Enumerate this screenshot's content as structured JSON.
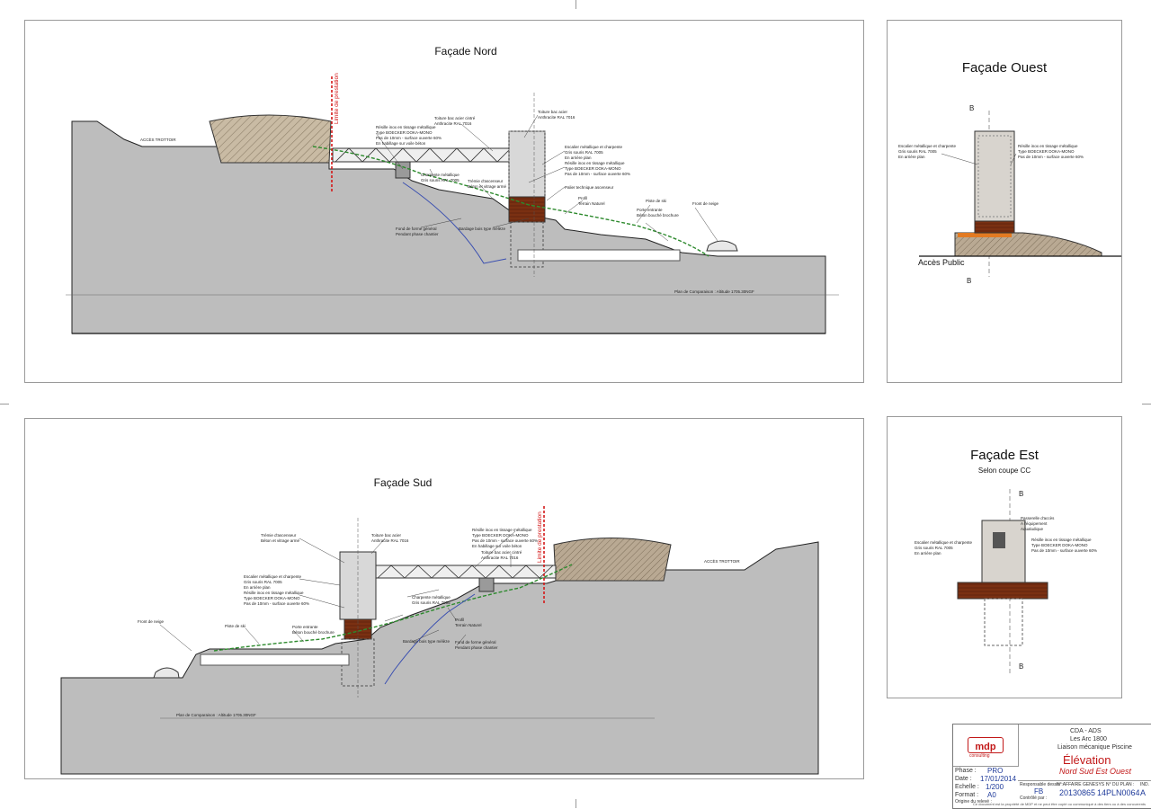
{
  "panels": {
    "nord": {
      "title": "Façade Nord"
    },
    "sud": {
      "title": "Façade Sud"
    },
    "ouest": {
      "title": "Façade Ouest",
      "acces": "Accès Public",
      "b_top": "B",
      "b_bot": "B"
    },
    "est": {
      "title": "Façade Est",
      "subtitle": "Selon coupe CC",
      "b_top": "B",
      "b_bot": "B"
    }
  },
  "labels": {
    "limite": "Limite de prestation",
    "plan_comparaison": "Plan de Comparaison : Altitude 1705.30NGF",
    "resille": "Résille inox en tissage métallique",
    "resille_type": "Type BOECKER DOKA-MONO",
    "resille_pas": "Pas de 10mm - surface ouverte 60%",
    "resille_habillage": "En habillage sur voile béton",
    "toiture_cintre": "Toiture bac acier cintré",
    "anthracite": "Anthracite RAL 7016",
    "toiture_acier": "Toiture bac acier",
    "escalier": "Escalier métallique et charpente",
    "gris": "Gris souris RAL 7005",
    "arriere": "En arrière plan",
    "charpente": "Charpente métallique",
    "tremie": "Trémie d'ascenseur",
    "beton_vitrage": "Béton et vitrage armé",
    "palier": "Palier technique ascenseur",
    "profil": "Profil",
    "terrain": "Terrain Naturel",
    "fond_forme": "Fond de forme général",
    "pendant": "Pendant phase chantier",
    "bardage": "Bardage bois type mélèze",
    "piste": "Piste de ski",
    "front_neige": "Front de neige",
    "porte": "Porte entrante",
    "beton_bouche": "Béton bouché brochure",
    "passerelle": "Passerelle d'accès",
    "amenagement": "A l'équipement",
    "aqua": "Aqualudique",
    "acces_trottoir": "ACCÈS TROTTOIR"
  },
  "title_block": {
    "logo": "mdp",
    "logo_sub": "consulting",
    "client": "CDA - ADS",
    "site": "Les Arc 1800",
    "project": "Liaison mécanique Piscine",
    "doc_title": "Élévation",
    "doc_subtitle": "Nord Sud Est Ouest",
    "phase_label": "Phase :",
    "phase": "PRO",
    "date_label": "Date :",
    "date": "17/01/2014",
    "echelle_label": "Echelle :",
    "echelle": "1/200",
    "format_label": "Format :",
    "format": "A0",
    "origine_label": "Origine du relevé :",
    "responsable_label": "Responsable dessin :",
    "responsable": "FB",
    "controle_label": "Contrôlé par :",
    "controle": "",
    "affaire_label": "N° AFFAIRE GENESYS :",
    "affaire": "20130865",
    "plan_label": "N° DU PLAN :",
    "plan": "14PLN0064",
    "ind_label": "IND.",
    "ind": "A",
    "footer": "Ce document est la propriété de MDP et ne peut être copié ou communiqué à des tiers ou à des concurrents"
  }
}
